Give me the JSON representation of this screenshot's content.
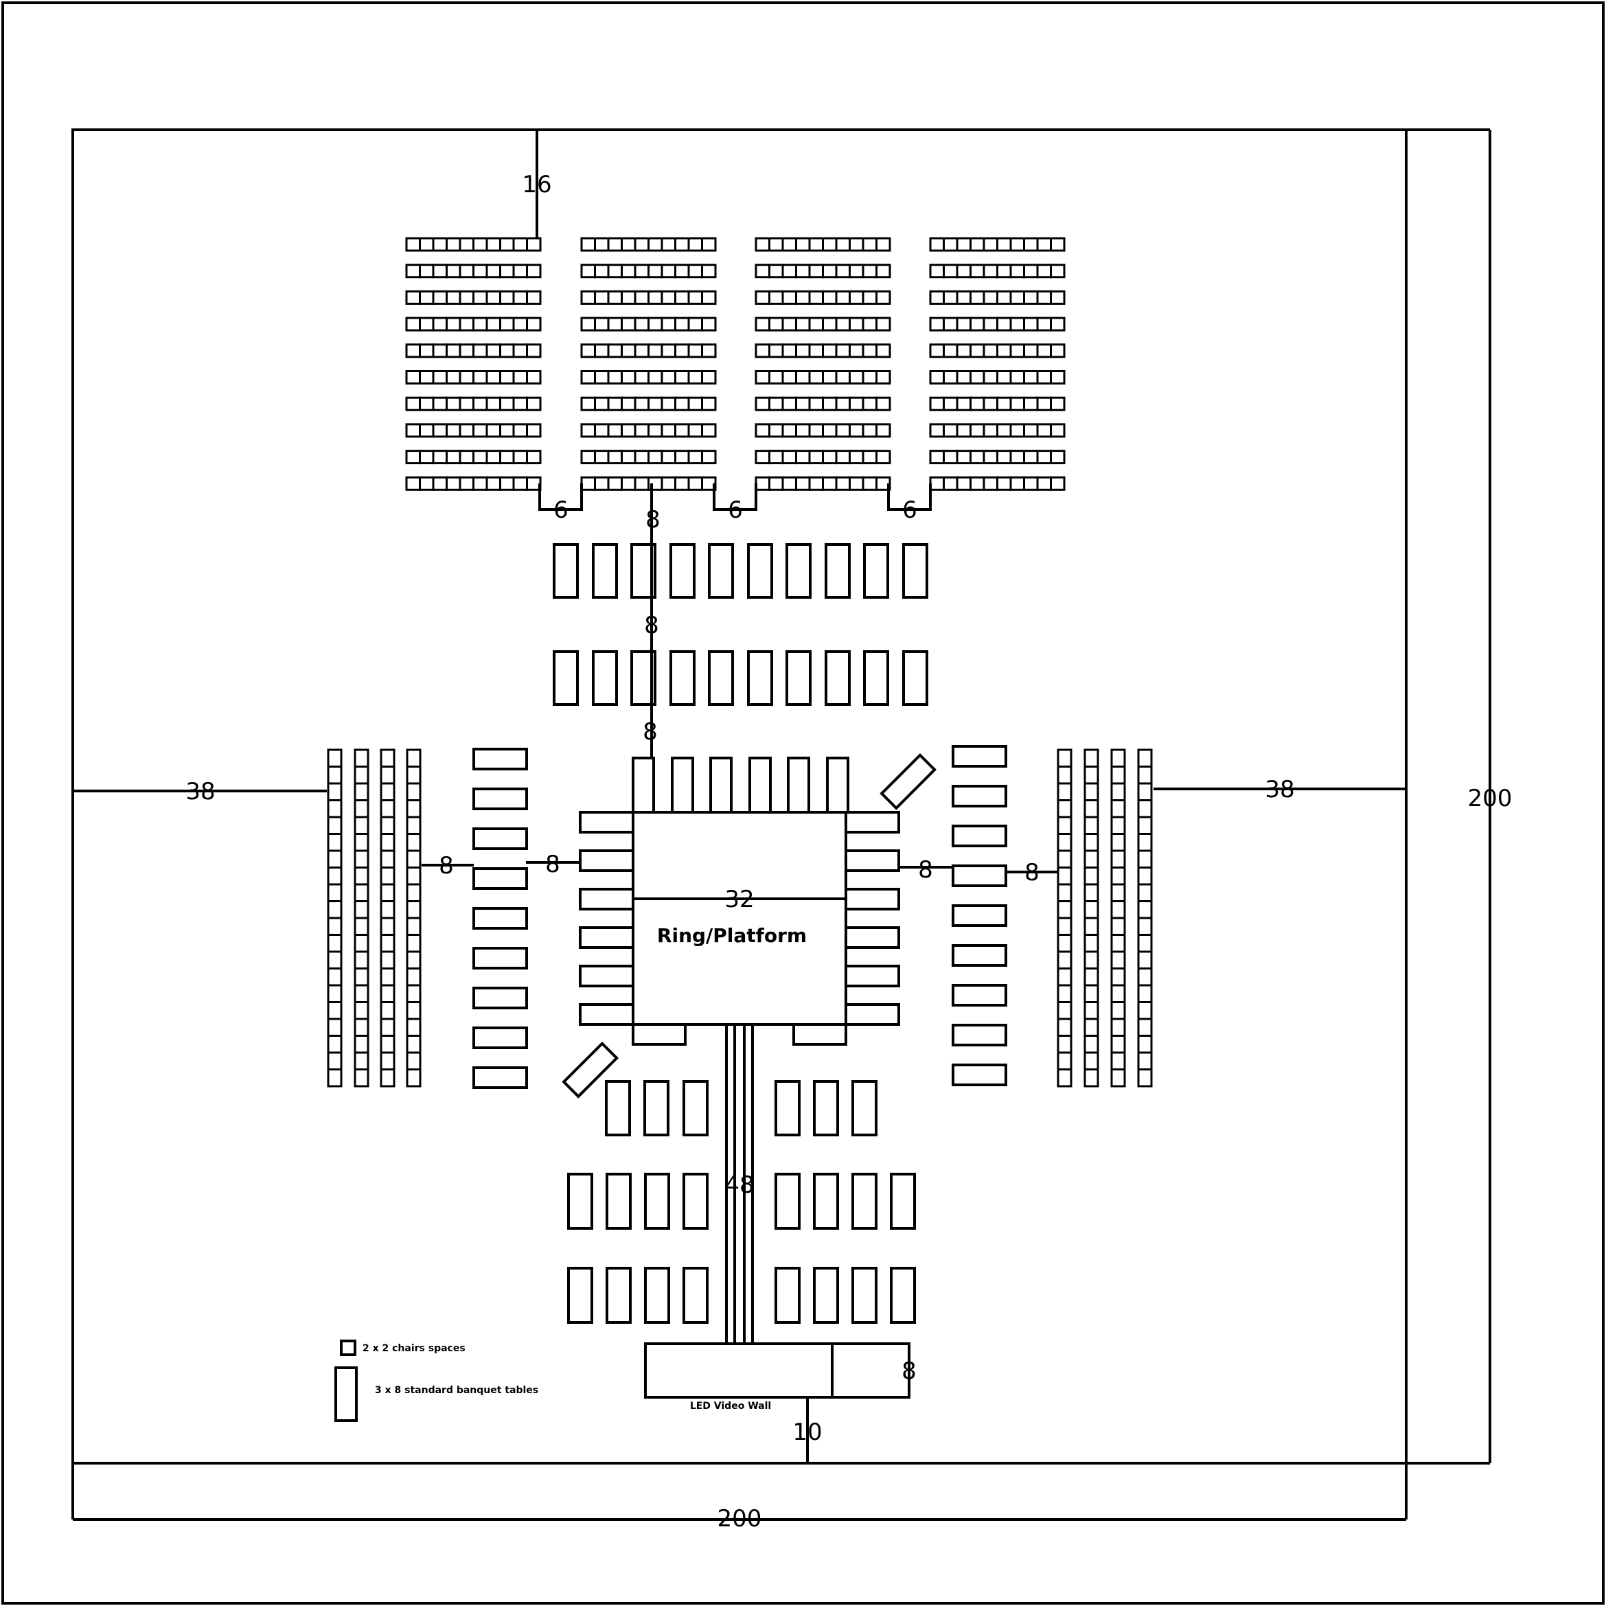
{
  "dimensions": {
    "overall_width": "200",
    "overall_height": "200",
    "top_margin": "16",
    "left_margin": "38",
    "right_margin": "38",
    "aisle_top_1": "6",
    "aisle_top_2": "8",
    "aisle_top_3": "6",
    "aisle_top_4": "6",
    "table_gap_1": "8",
    "table_gap_2": "8",
    "ring_width": "32",
    "left_gap_1": "8",
    "left_gap_2": "8",
    "right_gap_1": "8",
    "right_gap_2": "8",
    "runway_length": "48",
    "video_wall_depth": "8",
    "video_wall_clearance": "10"
  },
  "labels": {
    "ring": "Ring/Platform",
    "video_wall": "LED Video Wall"
  },
  "legend": {
    "chair": "2 x 2 chairs spaces",
    "table": "3 x 8 standard banquet tables"
  },
  "colors": {
    "stroke": "#000000",
    "background": "#ffffff"
  }
}
